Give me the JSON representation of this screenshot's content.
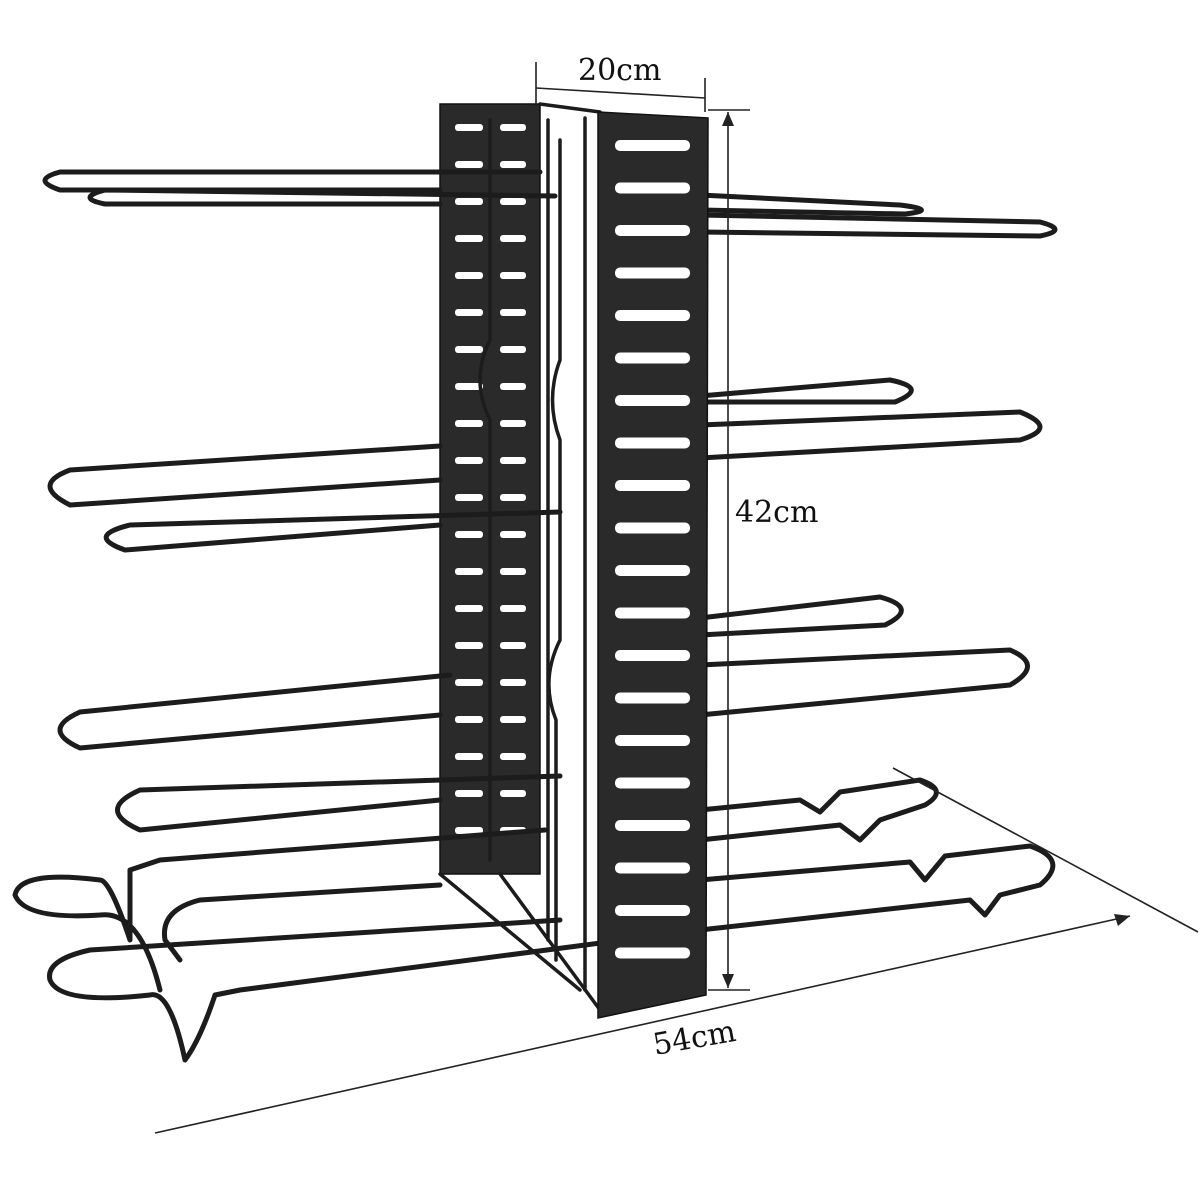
{
  "dimensions": {
    "width_label": "20cm",
    "height_label": "42cm",
    "length_label": "54cm"
  },
  "colors": {
    "metal": "#1c1c1c",
    "panel": "#2a2a2a",
    "background": "#ffffff"
  }
}
